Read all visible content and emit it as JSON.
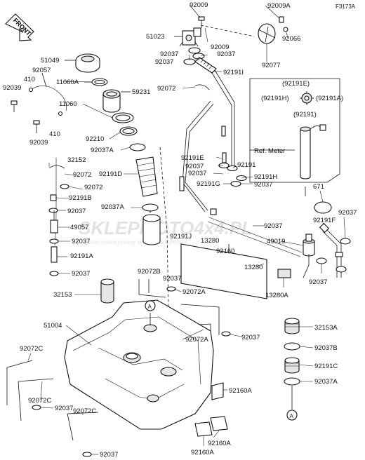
{
  "diagram": {
    "code": "F3173A",
    "front_label": "FRONT",
    "ref_meter": "Ref. Meter",
    "watermark": {
      "main": "SKLEPMOTO4x4.PL",
      "sub": "sklep motocyklowy sklep motocyklowy"
    },
    "callouts": [
      {
        "id": "92009-top",
        "text": "92009"
      },
      {
        "id": "92009A",
        "text": "92009A"
      },
      {
        "id": "51023",
        "text": "51023"
      },
      {
        "id": "92066",
        "text": "92066"
      },
      {
        "id": "92009-mid",
        "text": "92009"
      },
      {
        "id": "92037-a",
        "text": "92037"
      },
      {
        "id": "92037-b",
        "text": "92037"
      },
      {
        "id": "92037-c",
        "text": "92037"
      },
      {
        "id": "92077",
        "text": "92077"
      },
      {
        "id": "51049",
        "text": "51049"
      },
      {
        "id": "92057",
        "text": "92057"
      },
      {
        "id": "92039-a",
        "text": "92039"
      },
      {
        "id": "410-a",
        "text": "410"
      },
      {
        "id": "410-b",
        "text": "410"
      },
      {
        "id": "92039-b",
        "text": "92039"
      },
      {
        "id": "11060A",
        "text": "11060A"
      },
      {
        "id": "59231",
        "text": "59231"
      },
      {
        "id": "11060",
        "text": "11060"
      },
      {
        "id": "92210",
        "text": "92210"
      },
      {
        "id": "92037A-a",
        "text": "92037A"
      },
      {
        "id": "92191I",
        "text": "92191I"
      },
      {
        "id": "92072-a",
        "text": "92072"
      },
      {
        "id": "92191E-box",
        "text": "(92191E)"
      },
      {
        "id": "92191H-box",
        "text": "(92191H)"
      },
      {
        "id": "92191A-box",
        "text": "(92191A)"
      },
      {
        "id": "92191-box",
        "text": "(92191)"
      },
      {
        "id": "32152",
        "text": "32152"
      },
      {
        "id": "92072-b",
        "text": "92072"
      },
      {
        "id": "92191D",
        "text": "92191D"
      },
      {
        "id": "92191E",
        "text": "92191E"
      },
      {
        "id": "92037-d",
        "text": "92037"
      },
      {
        "id": "92191",
        "text": "92191"
      },
      {
        "id": "92037-e",
        "text": "92037"
      },
      {
        "id": "92191H",
        "text": "92191H"
      },
      {
        "id": "92191G",
        "text": "92191G"
      },
      {
        "id": "92037-f",
        "text": "92037"
      },
      {
        "id": "92072-c",
        "text": "92072"
      },
      {
        "id": "92191B",
        "text": "92191B"
      },
      {
        "id": "92037-g",
        "text": "92037"
      },
      {
        "id": "92037A-b",
        "text": "92037A"
      },
      {
        "id": "671",
        "text": "671"
      },
      {
        "id": "92037-h",
        "text": "92037"
      },
      {
        "id": "49057",
        "text": "49057"
      },
      {
        "id": "92037-i",
        "text": "92037"
      },
      {
        "id": "92037-j",
        "text": "92037"
      },
      {
        "id": "92191F",
        "text": "92191F"
      },
      {
        "id": "92191J",
        "text": "92191J"
      },
      {
        "id": "13280-a",
        "text": "13280"
      },
      {
        "id": "49019",
        "text": "49019"
      },
      {
        "id": "92191A",
        "text": "92191A"
      },
      {
        "id": "92160",
        "text": "92160"
      },
      {
        "id": "13280-b",
        "text": "13280"
      },
      {
        "id": "92037-k",
        "text": "92037"
      },
      {
        "id": "92037-l",
        "text": "92037"
      },
      {
        "id": "92072B",
        "text": "92072B"
      },
      {
        "id": "92037-m",
        "text": "92037"
      },
      {
        "id": "13280A",
        "text": "13280A"
      },
      {
        "id": "32153",
        "text": "32153"
      },
      {
        "id": "92072A",
        "text": "92072A"
      },
      {
        "id": "51004",
        "text": "51004"
      },
      {
        "id": "92072A-b",
        "text": "92072A"
      },
      {
        "id": "92037-n",
        "text": "92037"
      },
      {
        "id": "32153A",
        "text": "32153A"
      },
      {
        "id": "92037B",
        "text": "92037B"
      },
      {
        "id": "92072C-a",
        "text": "92072C"
      },
      {
        "id": "92191C",
        "text": "92191C"
      },
      {
        "id": "92037A-c",
        "text": "92037A"
      },
      {
        "id": "92072C-b",
        "text": "92072C"
      },
      {
        "id": "92037-o",
        "text": "92037"
      },
      {
        "id": "92160A-a",
        "text": "92160A"
      },
      {
        "id": "92072C-c",
        "text": "92072C"
      },
      {
        "id": "92160A-b",
        "text": "92160A"
      },
      {
        "id": "92037-p",
        "text": "92037"
      },
      {
        "id": "92160A-c",
        "text": "92160A"
      }
    ],
    "ref_markers": [
      {
        "id": "A-tank",
        "text": "A"
      },
      {
        "id": "A-bottom",
        "text": "A"
      }
    ]
  }
}
